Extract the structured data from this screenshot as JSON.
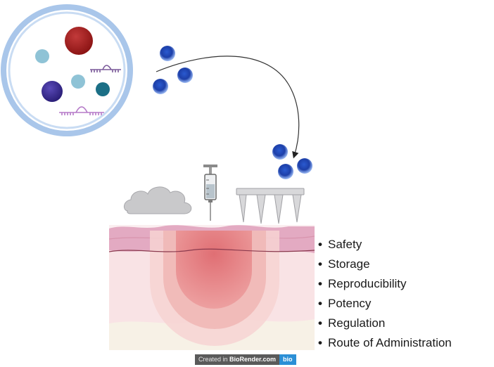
{
  "bullets": [
    "Safety",
    "Storage",
    "Reproducibility",
    "Potency",
    "Regulation",
    "Route of Administration"
  ],
  "watermark": {
    "prefix": "Created in ",
    "brand": "BioRender.com",
    "logo": "bio"
  },
  "colors": {
    "vesicle_ring": "#a9c6ea",
    "particle_blue": "#1f4fc0",
    "skin_top": "#e3aac2",
    "dermis": "#f9e3e5",
    "diffusion_core": "#e48a8c",
    "subcutis": "#f7f1e6"
  },
  "icons": [
    "lipid-vesicle",
    "nanoparticle",
    "rna-strand",
    "syringe-icon",
    "cloud-icon",
    "microneedle-patch-icon",
    "curved-arrow"
  ]
}
